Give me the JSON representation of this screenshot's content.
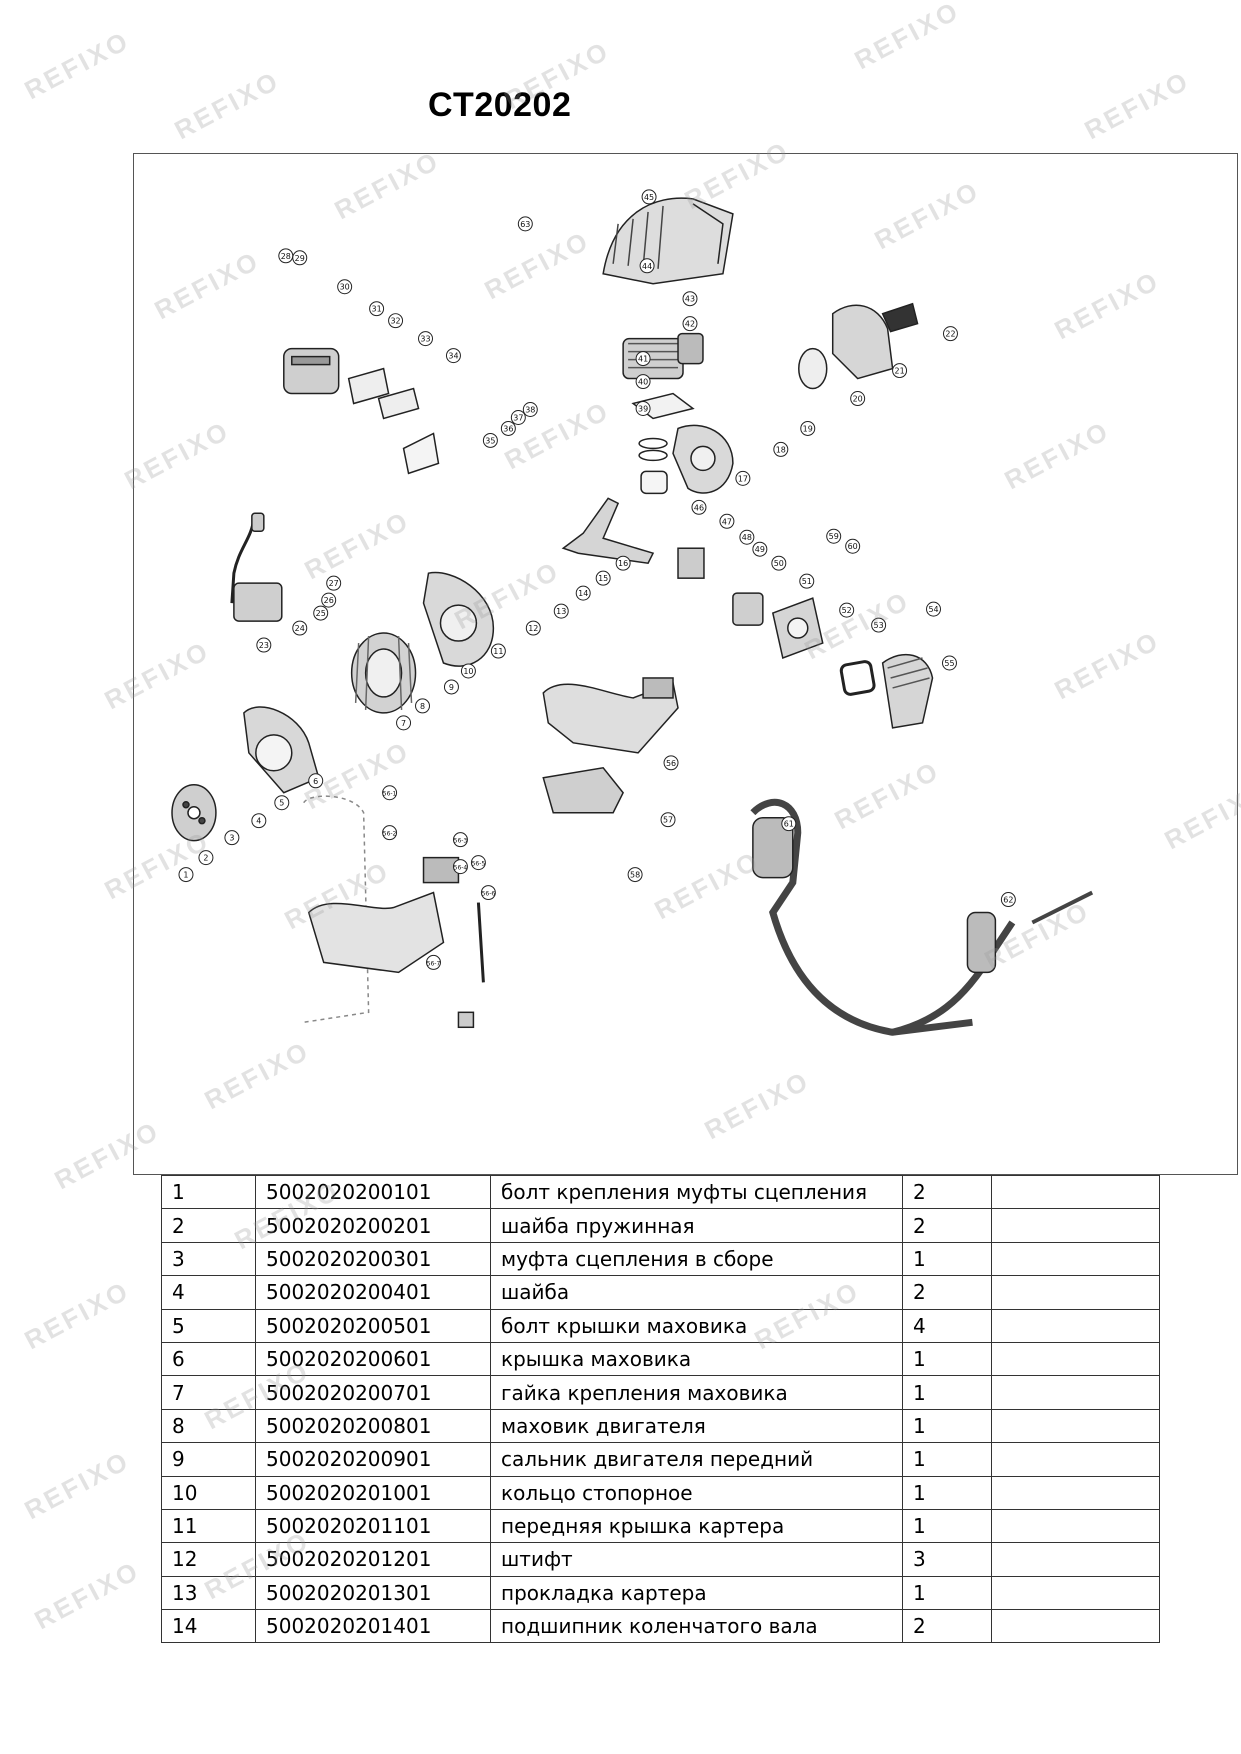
{
  "document": {
    "title": "CT20202",
    "watermark_text": "REFIXO"
  },
  "diagram": {
    "callouts": [
      "1",
      "2",
      "3",
      "4",
      "5",
      "6",
      "7",
      "8",
      "9",
      "10",
      "11",
      "12",
      "13",
      "14",
      "15",
      "16",
      "17",
      "18",
      "19",
      "20",
      "21",
      "22",
      "23",
      "24",
      "25",
      "26",
      "27",
      "28",
      "29",
      "30",
      "31",
      "32",
      "33",
      "34",
      "35",
      "36",
      "37",
      "38",
      "39",
      "40",
      "41",
      "42",
      "43",
      "44",
      "45",
      "46",
      "47",
      "48",
      "49",
      "50",
      "51",
      "52",
      "53",
      "54",
      "55",
      "56",
      "57",
      "58",
      "59",
      "60",
      "61",
      "62",
      "63",
      "56-1",
      "56-2",
      "56-3",
      "56-4",
      "56-5",
      "56-6",
      "56-7"
    ]
  },
  "table": {
    "rows": [
      {
        "num": "1",
        "code": "5002020200101",
        "name": "болт крепления муфты сцепления",
        "qty": "2",
        "note": ""
      },
      {
        "num": "2",
        "code": "5002020200201",
        "name": "шайба пружинная",
        "qty": "2",
        "note": ""
      },
      {
        "num": "3",
        "code": "5002020200301",
        "name": "муфта сцепления в сборе",
        "qty": "1",
        "note": ""
      },
      {
        "num": "4",
        "code": "5002020200401",
        "name": "шайба",
        "qty": "2",
        "note": ""
      },
      {
        "num": "5",
        "code": "5002020200501",
        "name": "болт крышки маховика",
        "qty": "4",
        "note": ""
      },
      {
        "num": "6",
        "code": "5002020200601",
        "name": "крышка маховика",
        "qty": "1",
        "note": ""
      },
      {
        "num": "7",
        "code": "5002020200701",
        "name": "гайка крепления маховика",
        "qty": "1",
        "note": ""
      },
      {
        "num": "8",
        "code": "5002020200801",
        "name": "маховик двигателя",
        "qty": "1",
        "note": ""
      },
      {
        "num": "9",
        "code": "5002020200901",
        "name": "сальник двигателя передний",
        "qty": "1",
        "note": ""
      },
      {
        "num": "10",
        "code": "5002020201001",
        "name": "кольцо стопорное",
        "qty": "1",
        "note": ""
      },
      {
        "num": "11",
        "code": "5002020201101",
        "name": "передняя крышка картера",
        "qty": "1",
        "note": ""
      },
      {
        "num": "12",
        "code": "5002020201201",
        "name": "штифт",
        "qty": "3",
        "note": ""
      },
      {
        "num": "13",
        "code": "5002020201301",
        "name": "прокладка картера",
        "qty": "1",
        "note": ""
      },
      {
        "num": "14",
        "code": "5002020201401",
        "name": "подшипник коленчатого вала",
        "qty": "2",
        "note": ""
      }
    ]
  }
}
